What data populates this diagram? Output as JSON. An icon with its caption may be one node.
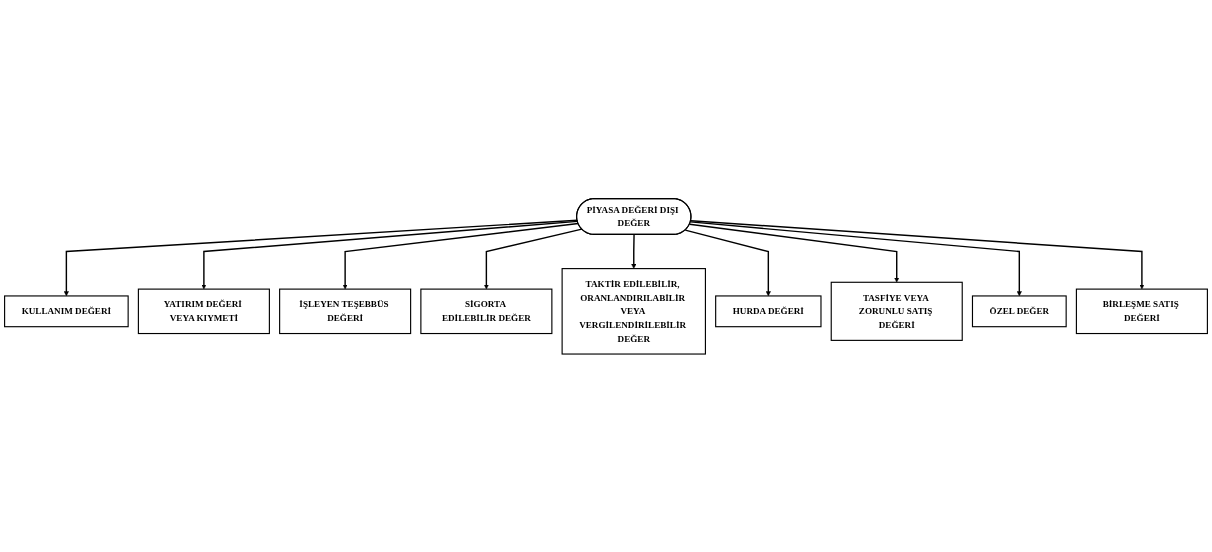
{
  "diagram": {
    "nodes": [
      {
        "text": [
          "PİYASA DEĞERİ DIŞI DEĞER"
        ]
      },
      {
        "text": [
          "KULLANIM DEĞERİ"
        ]
      },
      {
        "text": [
          "YATIRIM DEĞERİ VEYA KIYMETİ"
        ]
      },
      {
        "text": [
          "İŞLEYEN TEŞEBBÜS DEĞERİ"
        ]
      },
      {
        "text": [
          "SİGORTA EDİLEBİLİR DEĞER"
        ]
      },
      {
        "text": [
          "TAKTİR EDİLEBİLİR, ORANLANDIRILABİLİR VEYA VERGİLENDİRİLEBİLİR DEĞER"
        ]
      },
      {
        "text": [
          "HURDA DEĞERİ"
        ]
      },
      {
        "text": [
          "TASFİYE VEYA ZORUNLU SATIŞ DEĞERİ"
        ]
      },
      {
        "text": [
          "ÖZEL DEĞER"
        ]
      },
      {
        "text": [
          "BİRLEŞME SATIŞ DEĞERİ"
        ]
      }
    ],
    "edges": [
      {
        "from": 0,
        "to": 1,
        "arrow": "to"
      },
      {
        "from": 0,
        "to": 2,
        "arrow": "to"
      },
      {
        "from": 0,
        "to": 3,
        "arrow": "to"
      },
      {
        "from": 0,
        "to": 4,
        "arrow": "to"
      },
      {
        "from": 0,
        "to": 5,
        "arrow": "to"
      },
      {
        "from": 0,
        "to": 6,
        "arrow": "to"
      },
      {
        "from": 0,
        "to": 7,
        "arrow": "to"
      },
      {
        "from": 0,
        "to": 8,
        "arrow": "to"
      },
      {
        "from": 0,
        "to": 9,
        "arrow": "to"
      }
    ]
  }
}
